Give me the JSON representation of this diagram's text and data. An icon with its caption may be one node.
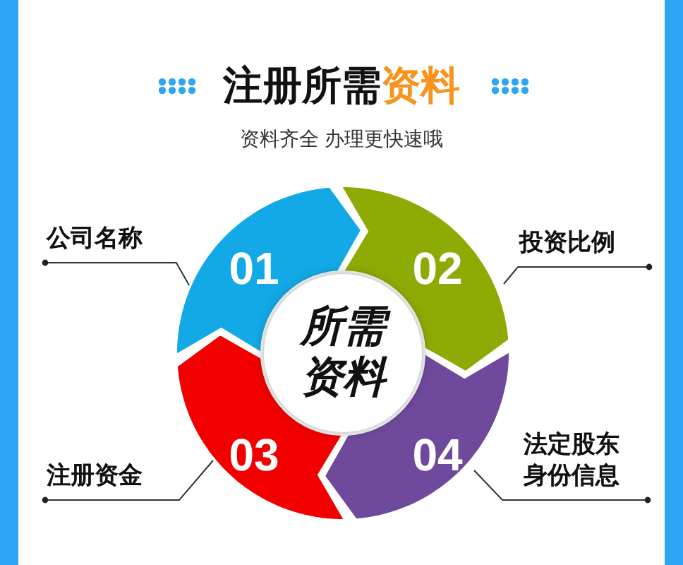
{
  "diagram": {
    "title": "注册所需资料",
    "nodes": [
      {
        "text": [
          "所需资料"
        ]
      },
      {
        "text": [
          "01"
        ]
      },
      {
        "text": [
          "02"
        ]
      },
      {
        "text": [
          "03"
        ]
      },
      {
        "text": [
          "04"
        ]
      },
      {
        "text": [
          "公司名称"
        ]
      },
      {
        "text": [
          "投资比例"
        ]
      },
      {
        "text": [
          "注册资金"
        ]
      },
      {
        "text": [
          "法定股东身份信息"
        ]
      }
    ],
    "edges": [
      {
        "from": 5,
        "to": 1,
        "arrow": "other"
      },
      {
        "from": 6,
        "to": 2,
        "arrow": "other"
      },
      {
        "from": 7,
        "to": 3,
        "arrow": "other"
      },
      {
        "from": 8,
        "to": 4,
        "arrow": "other"
      }
    ],
    "labels": [
      "资料齐全 办理更快速哦"
    ]
  }
}
